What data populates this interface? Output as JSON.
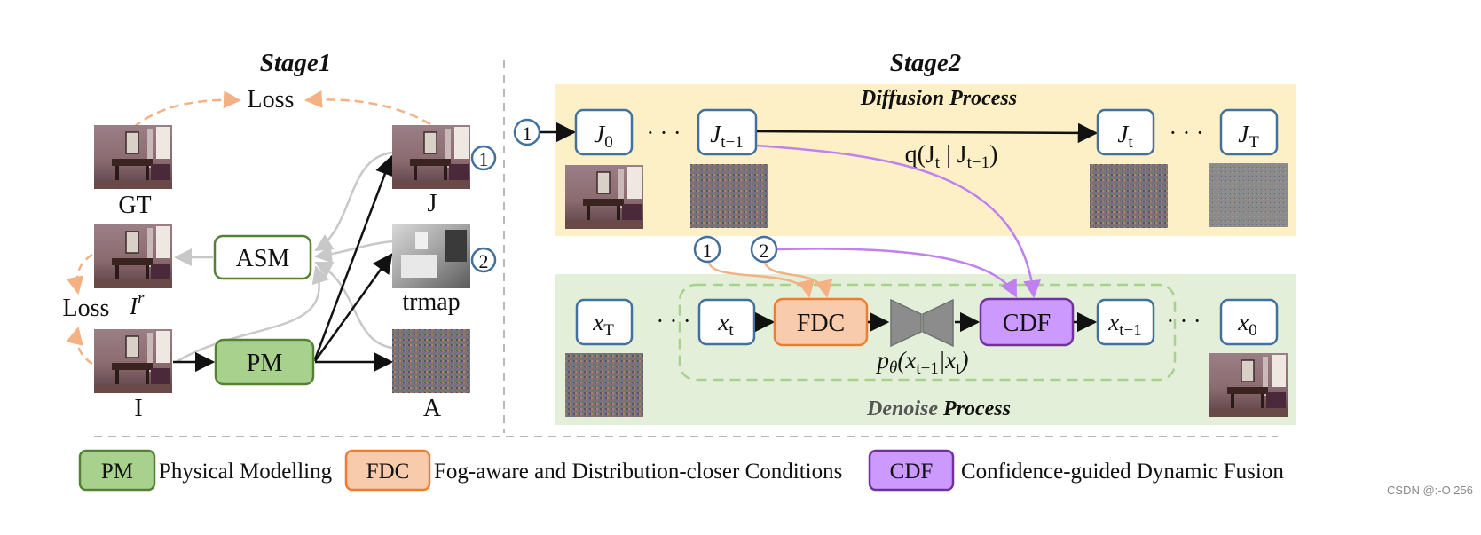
{
  "stage1": {
    "title": "Stage1",
    "loss_top": "Loss",
    "loss_left": "Loss",
    "asm_label": "ASM",
    "pm_label": "PM",
    "gt_label": "GT",
    "ir_label_base": "I",
    "ir_label_sup": "r",
    "i_label": "I",
    "j_label": "J",
    "trmap_label": "trmap",
    "a_label": "A",
    "marker_j": "1",
    "marker_trmap": "2"
  },
  "stage2": {
    "title": "Stage2",
    "diffusion_title": "Diffusion Process",
    "denoise_title_italic": "Denoise",
    "denoise_title_rest": "Process",
    "input_marker": "1",
    "cond_marker_1": "1",
    "cond_marker_2": "2",
    "dots": "· · ·",
    "fdc_label": "FDC",
    "cdf_label": "CDF",
    "q_formula": "q(J",
    "q_formula_sub1": "t",
    "q_formula_mid": " | J",
    "q_formula_sub2": "t−1",
    "q_formula_end": ")",
    "p_formula": "p",
    "p_formula_sub": "θ",
    "p_formula_rest": "(x",
    "p_formula_sub2": "t−1",
    "p_formula_mid": "|x",
    "p_formula_sub3": "t",
    "p_formula_end": ")",
    "diff_nodes": [
      {
        "base": "J",
        "sub": "0"
      },
      {
        "base": "J",
        "sub": "t−1"
      },
      {
        "base": "J",
        "sub": "t"
      },
      {
        "base": "J",
        "sub": "T"
      }
    ],
    "den_nodes": [
      {
        "base": "x",
        "sub": "T"
      },
      {
        "base": "x",
        "sub": "t"
      },
      {
        "base": "x",
        "sub": "t−1"
      },
      {
        "base": "x",
        "sub": "0"
      }
    ]
  },
  "legend": {
    "pm_badge": "PM",
    "pm_text": "Physical Modelling",
    "fdc_badge": "FDC",
    "fdc_text": "Fog-aware and Distribution-closer Conditions",
    "cdf_badge": "CDF",
    "cdf_text": "Confidence-guided Dynamic Fusion"
  },
  "watermark": "CSDN @:-O   256",
  "colors": {
    "diffusion_bg": "#fdf0c6",
    "denoise_bg": "#e3efd8",
    "node_stroke": "#41719c",
    "pm_fill": "#a9d18e",
    "pm_stroke": "#548235",
    "asm_stroke": "#548235",
    "fdc_fill": "#f8cbad",
    "fdc_stroke": "#ed7d31",
    "cdf_fill": "#cc99ff",
    "cdf_stroke": "#7030a0",
    "orange_arrow": "#f4b183",
    "purple_arrow": "#c080f0",
    "gray_arrow": "#c8c8c8",
    "dashed_green": "#a9d18e"
  }
}
